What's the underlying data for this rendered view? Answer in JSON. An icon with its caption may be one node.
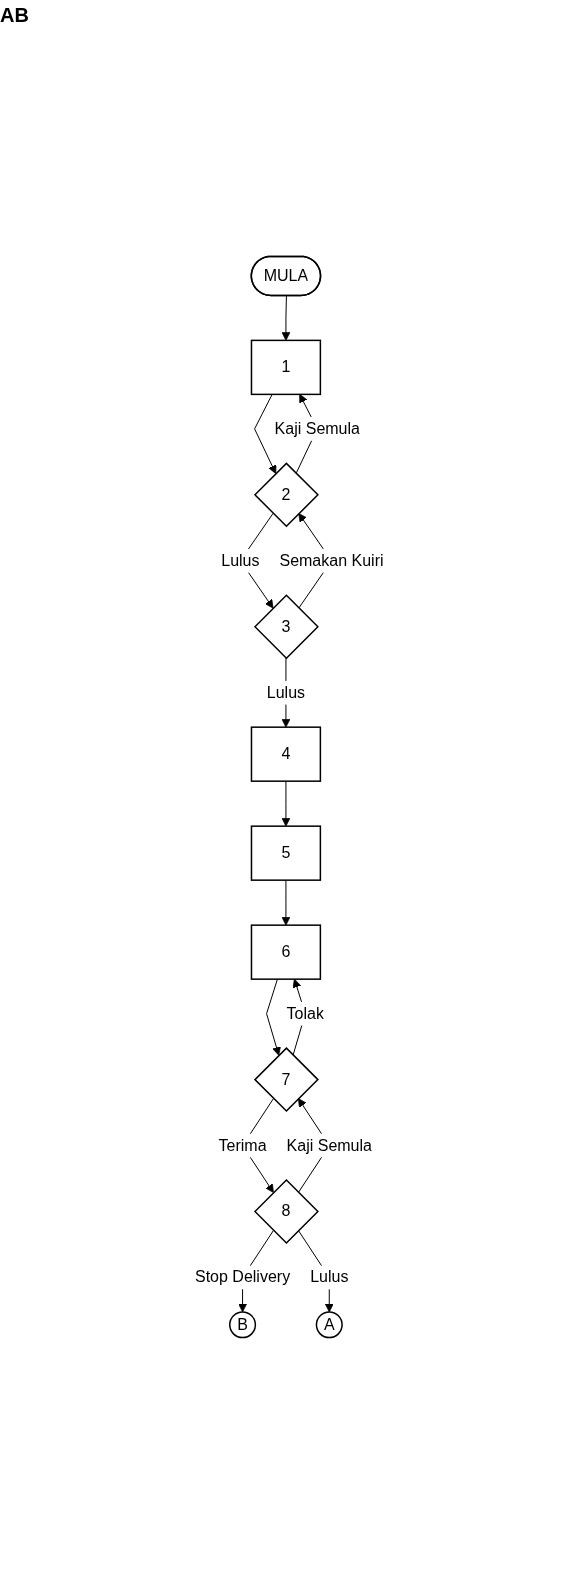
{
  "diagram": {
    "title": "AB",
    "nodes": [
      {
        "text": [
          "MULA"
        ]
      },
      {
        "text": [
          "1"
        ]
      },
      {
        "text": [
          "2"
        ]
      },
      {
        "text": [
          "3"
        ]
      },
      {
        "text": [
          "4"
        ]
      },
      {
        "text": [
          "5"
        ]
      },
      {
        "text": [
          "6"
        ]
      },
      {
        "text": [
          "7"
        ]
      },
      {
        "text": [
          "8"
        ]
      },
      {
        "text": [
          "B"
        ]
      },
      {
        "text": [
          "A"
        ]
      }
    ],
    "edges": [
      {
        "from": 0,
        "to": 1,
        "arrow": "to"
      },
      {
        "from": 1,
        "to": 2,
        "arrow": "to"
      },
      {
        "from": 2,
        "to": 1,
        "arrow": "to",
        "label": "Kaji Semula"
      },
      {
        "from": 2,
        "to": 3,
        "arrow": "to",
        "label": "Lulus"
      },
      {
        "from": 3,
        "to": 2,
        "arrow": "to",
        "label": "Semakan Kuiri"
      },
      {
        "from": 3,
        "to": 4,
        "arrow": "to",
        "label": "Lulus"
      },
      {
        "from": 4,
        "to": 5,
        "arrow": "to"
      },
      {
        "from": 5,
        "to": 6,
        "arrow": "to"
      },
      {
        "from": 6,
        "to": 7,
        "arrow": "to"
      },
      {
        "from": 7,
        "to": 6,
        "arrow": "to",
        "label": "Tolak"
      },
      {
        "from": 7,
        "to": 8,
        "arrow": "to",
        "label": "Terima"
      },
      {
        "from": 8,
        "to": 7,
        "arrow": "to",
        "label": "Kaji Semula"
      },
      {
        "from": 8,
        "to": 9,
        "arrow": "to",
        "label": "Stop Delivery"
      },
      {
        "from": 8,
        "to": 10,
        "arrow": "to",
        "label": "Lulus"
      }
    ]
  }
}
